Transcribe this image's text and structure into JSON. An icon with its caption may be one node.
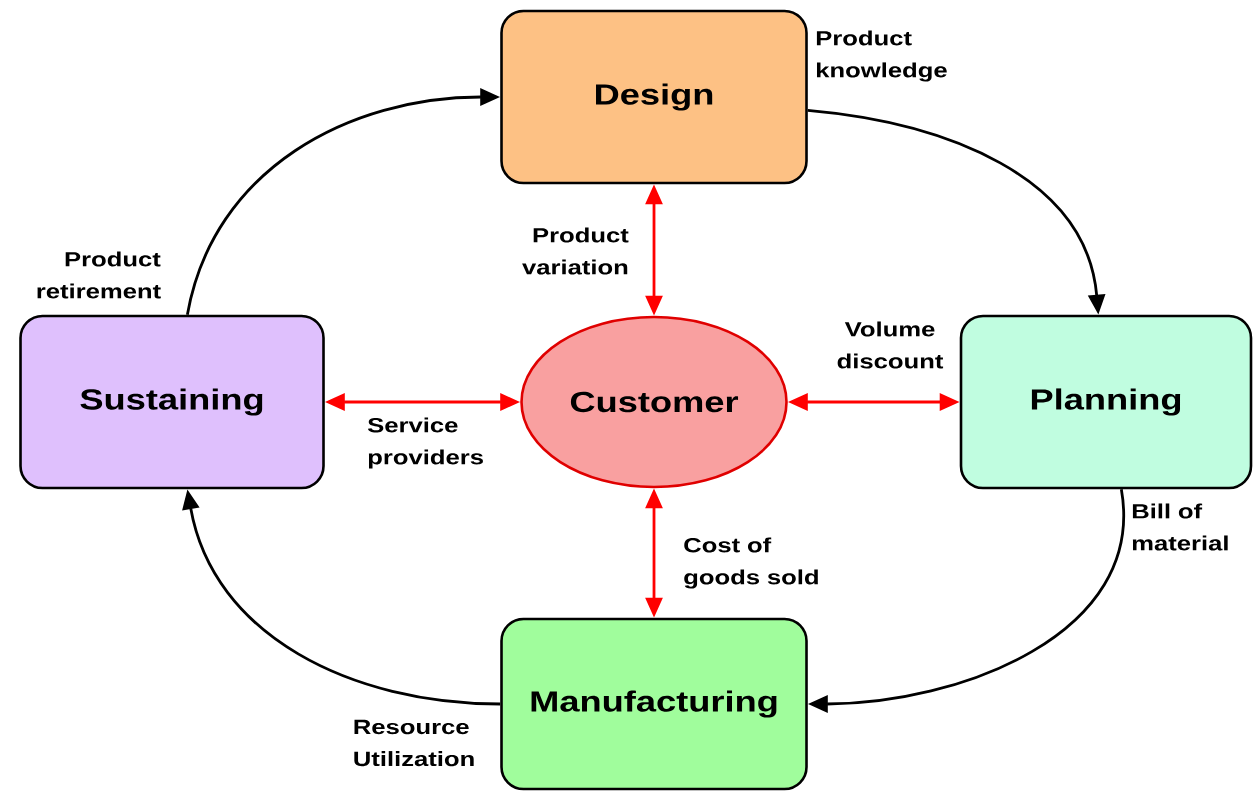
{
  "diagram": {
    "nodes": [
      {
        "text": [
          "Design"
        ]
      },
      {
        "text": [
          "Sustaining"
        ]
      },
      {
        "text": [
          "Customer"
        ]
      },
      {
        "text": [
          "Planning"
        ]
      },
      {
        "text": [
          "Manufacturing"
        ]
      }
    ],
    "edges": [
      {
        "from": 0,
        "to": 3,
        "arrow": "to",
        "label": "Product knowledge"
      },
      {
        "from": 3,
        "to": 4,
        "arrow": "to",
        "label": "Bill of material"
      },
      {
        "from": 4,
        "to": 1,
        "arrow": "to",
        "label": "Resource Utilization"
      },
      {
        "from": 1,
        "to": 0,
        "arrow": "to",
        "label": "Product retirement"
      },
      {
        "from": 0,
        "to": 2,
        "arrow": "both",
        "label": "Product variation",
        "color": "#ff0000"
      },
      {
        "from": 1,
        "to": 2,
        "arrow": "both",
        "label": "Service providers",
        "color": "#ff0000"
      },
      {
        "from": 2,
        "to": 3,
        "arrow": "both",
        "label": "Volume discount",
        "color": "#ff0000"
      },
      {
        "from": 2,
        "to": 4,
        "arrow": "both",
        "label": "Cost of goods sold",
        "color": "#ff0000"
      }
    ]
  }
}
